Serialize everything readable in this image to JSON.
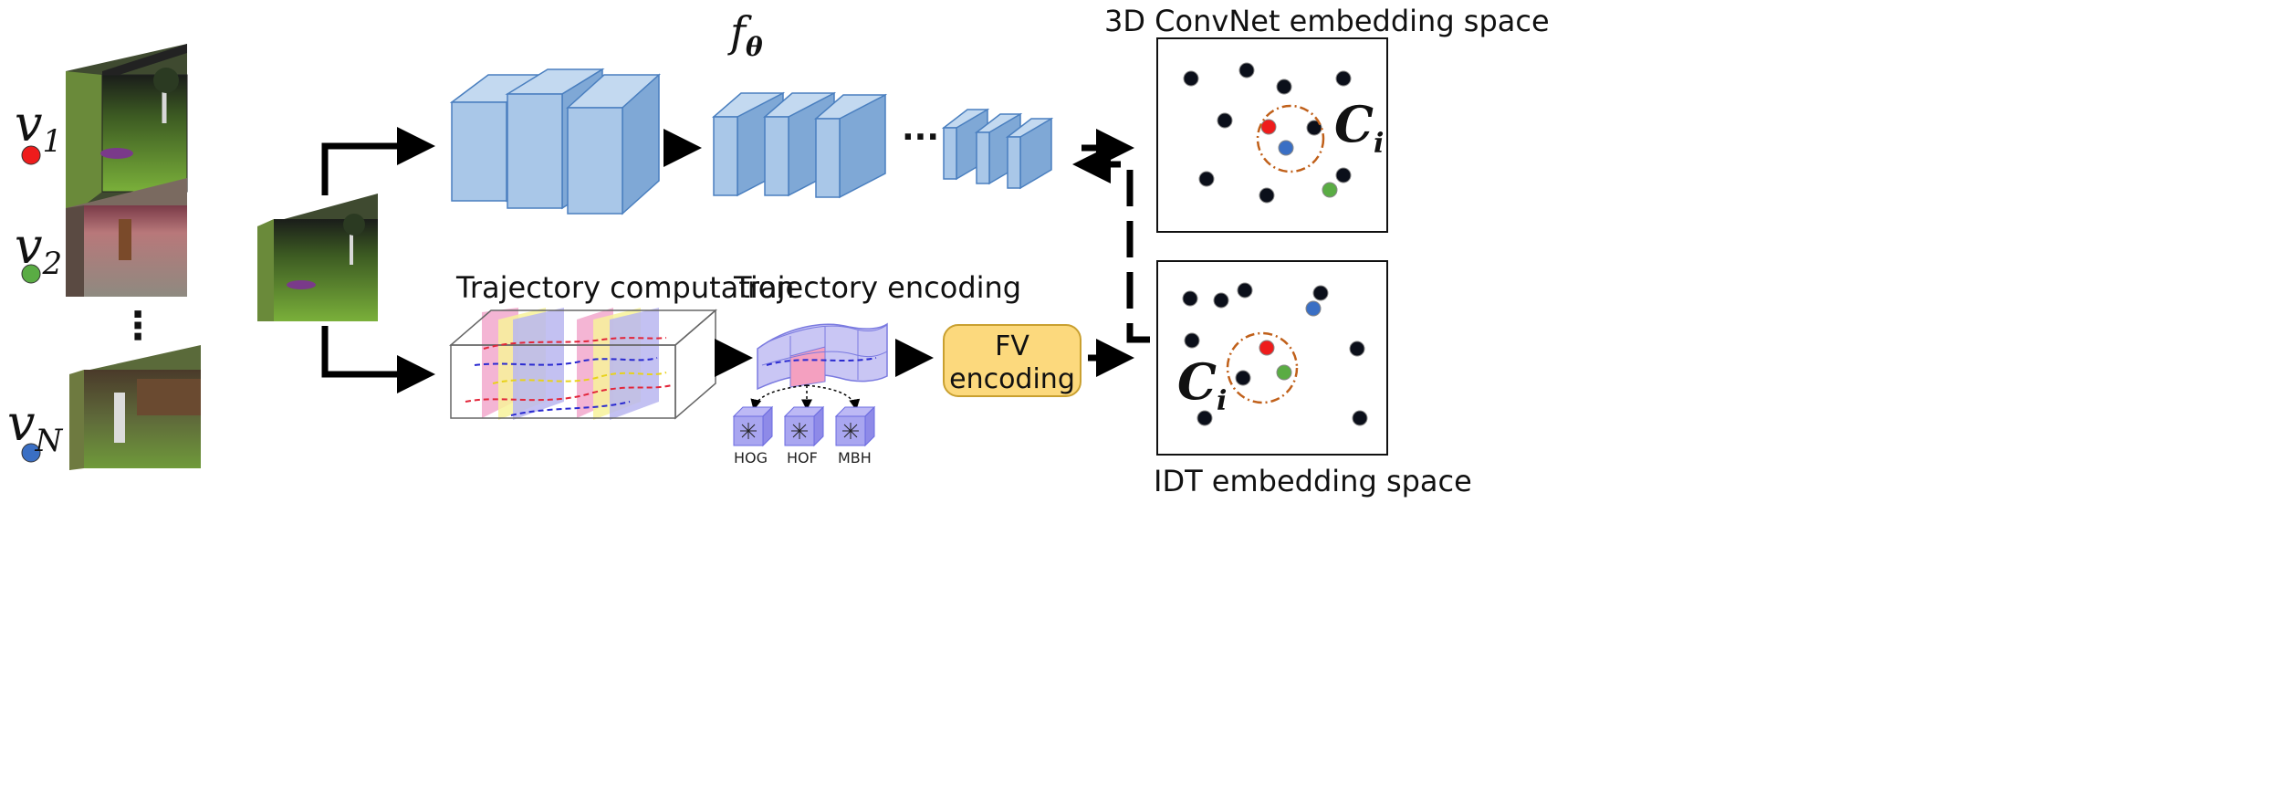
{
  "videos": {
    "v1": {
      "label": "v",
      "sub": "1",
      "dot_color": "#ee1c1c"
    },
    "v2": {
      "label": "v",
      "sub": "2",
      "dot_color": "#5aac44"
    },
    "vN": {
      "label": "v",
      "sub": "N",
      "dot_color": "#3a6fc4"
    },
    "ellipsis": "⋮"
  },
  "network": {
    "label": "f",
    "sub": "θ",
    "continuation": "···"
  },
  "trajectory": {
    "computation_label": "Trajectory computation",
    "encoding_label": "Trajectory encoding",
    "descriptors": [
      "HOG",
      "HOF",
      "MBH"
    ]
  },
  "fv": {
    "line1": "FV",
    "line2": "encoding"
  },
  "spaces": {
    "convnet": {
      "title": "3D ConvNet embedding space",
      "cluster_label": "C",
      "cluster_sub": "i"
    },
    "idt": {
      "title": "IDT embedding space",
      "cluster_label": "C",
      "cluster_sub": "i"
    }
  },
  "colors": {
    "block_front": "#a9c7e8",
    "block_side": "#7fa8d6",
    "block_top": "#c3d9f0",
    "block_stroke": "#4a7fbf",
    "fv_fill": "#fcd97d",
    "fv_stroke": "#c9a030",
    "cluster_circle": "#c0601a",
    "red": "#ee1c1c",
    "green": "#5aac44",
    "blue": "#3a6fc4"
  }
}
